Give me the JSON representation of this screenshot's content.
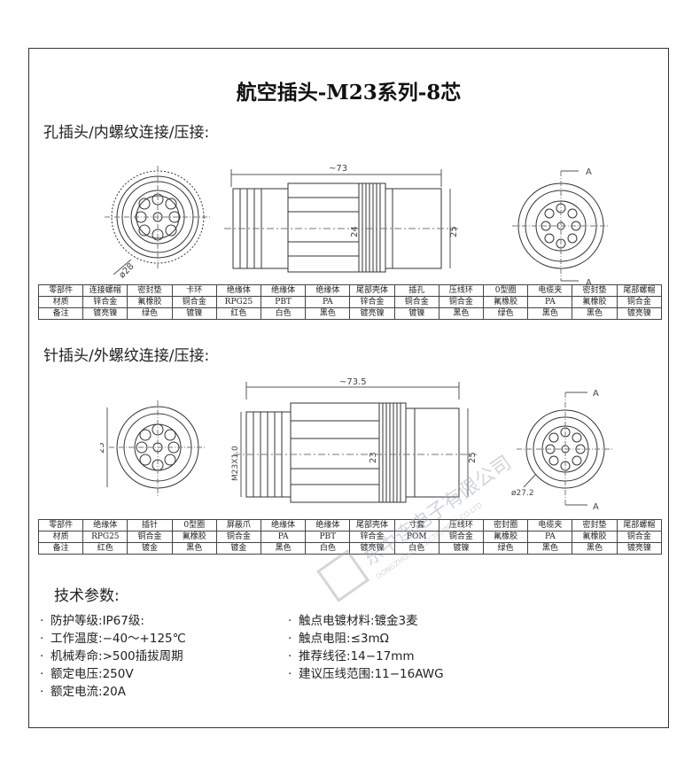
{
  "title": "航空插头-M23系列-8芯",
  "section1": {
    "heading": "孔插头/内螺纹连接/压接:",
    "dims": {
      "length": "~73",
      "dia_a": "24",
      "dia_b": "25",
      "dia_front": "ø28",
      "view_label": "A"
    },
    "table": {
      "rows": [
        [
          "零部件",
          "连接螺帽",
          "密封垫",
          "卡环",
          "绝缘体",
          "绝缘体",
          "绝缘体",
          "尾部壳体",
          "插孔",
          "压线环",
          "0型圈",
          "电缆夹",
          "密封垫",
          "尾部螺帽"
        ],
        [
          "材质",
          "锌合金",
          "氟橡胶",
          "铜合金",
          "RPG25",
          "PBT",
          "PA",
          "锌合金",
          "铜合金",
          "铜合金",
          "氟橡胶",
          "PA",
          "氟橡胶",
          "铜合金"
        ],
        [
          "备注",
          "镀亮镍",
          "绿色",
          "镀镍",
          "红色",
          "白色",
          "黑色",
          "镀亮镍",
          "镀镍",
          "黑色",
          "绿色",
          "黑色",
          "黑色",
          "镀亮镍"
        ]
      ]
    }
  },
  "section2": {
    "heading": "针插头/外螺纹连接/压接:",
    "dims": {
      "length": "~73.5",
      "thread": "M23X1.0",
      "dia_a": "23",
      "dia_b": "25",
      "dia_front": "25",
      "dia_rear": "ø27.2",
      "view_label": "A"
    },
    "table": {
      "rows": [
        [
          "零部件",
          "绝缘体",
          "插针",
          "0型圈",
          "屏蔽爪",
          "绝缘体",
          "绝缘体",
          "尾部壳体",
          "寸套",
          "压线环",
          "密封圈",
          "电缆夹",
          "密封垫",
          "尾部螺帽"
        ],
        [
          "材质",
          "RPG25",
          "铜合金",
          "氟橡胶",
          "铜合金",
          "PA",
          "PBT",
          "锌合金",
          "POM",
          "铜合金",
          "氟橡胶",
          "PA",
          "氟橡胶",
          "铜合金"
        ],
        [
          "备注",
          "红色",
          "镀金",
          "黑色",
          "镀金",
          "黑色",
          "白色",
          "镀亮镍",
          "白色",
          "镀镍",
          "绿色",
          "黑色",
          "黑色",
          "镀亮镍"
        ]
      ]
    }
  },
  "params": {
    "heading": "技术参数:",
    "left": [
      {
        "label": "防护等级:",
        "value": "IP67级:"
      },
      {
        "label": "工作温度:",
        "value": "−40～+125℃"
      },
      {
        "label": "机械寿命:",
        "value": ">500插拔周期"
      },
      {
        "label": "额定电压:",
        "value": "250V"
      },
      {
        "label": "额定电流:",
        "value": "20A"
      }
    ],
    "right": [
      {
        "label": "触点电镀材料:",
        "value": "镀金3麦"
      },
      {
        "label": "触点电阻:",
        "value": "≤3mΩ"
      },
      {
        "label": "推荐线径:",
        "value": "14−17mm"
      },
      {
        "label": "建议压线范围:",
        "value": "11−16AWG"
      }
    ]
  },
  "watermark": {
    "text": "东中连电子有限公司",
    "subtext": "DONGZHONG ELECTRONICS CO.LTD"
  },
  "colors": {
    "line": "#333333",
    "dim": "#555555",
    "text": "#222222",
    "watermark": "#9aa5b5"
  }
}
